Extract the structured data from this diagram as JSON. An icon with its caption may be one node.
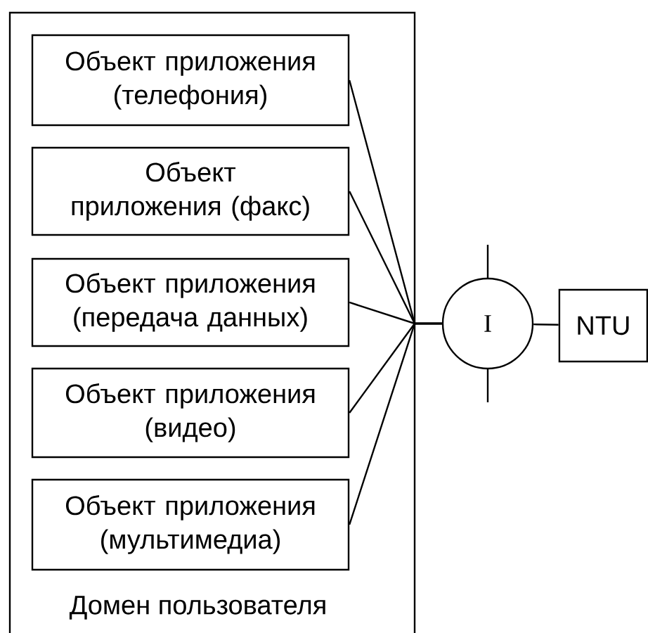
{
  "diagram": {
    "nodes": [
      {
        "text": [
          "Домен пользователя"
        ]
      },
      {
        "text": [
          "Объект приложения (телефония)"
        ],
        "in": 0
      },
      {
        "text": [
          "Объект приложения (факс)"
        ],
        "in": 0
      },
      {
        "text": [
          "Объект приложения (передача данных)"
        ],
        "in": 0
      },
      {
        "text": [
          "Объект приложения (видео)"
        ],
        "in": 0
      },
      {
        "text": [
          "Объект приложения (мультимедиа)"
        ],
        "in": 0
      },
      {
        "text": [
          "I"
        ]
      },
      {
        "text": [
          "NTU"
        ]
      }
    ],
    "edges": [
      {
        "from": 1,
        "to": 6,
        "arrow": "none"
      },
      {
        "from": 2,
        "to": 6,
        "arrow": "none"
      },
      {
        "from": 3,
        "to": 6,
        "arrow": "none"
      },
      {
        "from": 4,
        "to": 6,
        "arrow": "none"
      },
      {
        "from": 5,
        "to": 6,
        "arrow": "none"
      },
      {
        "from": 6,
        "to": 7,
        "arrow": "none"
      }
    ]
  }
}
